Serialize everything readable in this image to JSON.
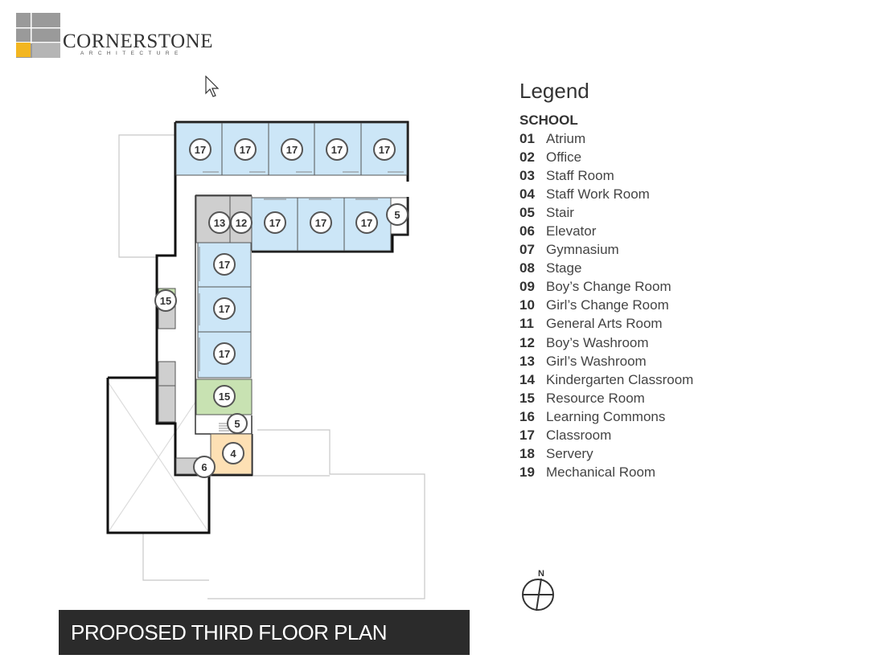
{
  "logo": {
    "name": "CORNERSTONE",
    "sub": "ARCHITECTURE"
  },
  "legend": {
    "title": "Legend",
    "section": "SCHOOL",
    "items": [
      {
        "num": "01",
        "label": "Atrium"
      },
      {
        "num": "02",
        "label": "Office"
      },
      {
        "num": "03",
        "label": "Staff Room"
      },
      {
        "num": "04",
        "label": "Staff Work Room"
      },
      {
        "num": "05",
        "label": "Stair"
      },
      {
        "num": "06",
        "label": "Elevator"
      },
      {
        "num": "07",
        "label": "Gymnasium"
      },
      {
        "num": "08",
        "label": "Stage"
      },
      {
        "num": "09",
        "label": "Boy’s Change Room"
      },
      {
        "num": "10",
        "label": "Girl’s Change Room"
      },
      {
        "num": "11",
        "label": "General Arts Room"
      },
      {
        "num": "12",
        "label": "Boy’s Washroom"
      },
      {
        "num": "13",
        "label": "Girl’s Washroom"
      },
      {
        "num": "14",
        "label": "Kindergarten Classroom"
      },
      {
        "num": "15",
        "label": "Resource Room"
      },
      {
        "num": "16",
        "label": "Learning Commons"
      },
      {
        "num": "17",
        "label": "Classroom"
      },
      {
        "num": "18",
        "label": "Servery"
      },
      {
        "num": "19",
        "label": "Mechanical Room"
      }
    ]
  },
  "compass": {
    "label": "N"
  },
  "title": "PROPOSED THIRD FLOOR PLAN",
  "plan_labels": {
    "top_row": [
      "17",
      "17",
      "17",
      "17",
      "17"
    ],
    "mid_row": [
      "13",
      "12",
      "17",
      "17",
      "17",
      "5"
    ],
    "column": [
      "17",
      "17",
      "17"
    ],
    "resource_room": "15",
    "resource_side": "15",
    "stair_lower": "5",
    "staff_work": "4",
    "elevator": "6"
  },
  "colors": {
    "classroom": "#cce6f7",
    "washroom": "#cfcfcf",
    "resource": "#c8e2b2",
    "staff_work": "#fde0b4",
    "walls": "#111111",
    "title_bar": "#2b2b2b"
  }
}
